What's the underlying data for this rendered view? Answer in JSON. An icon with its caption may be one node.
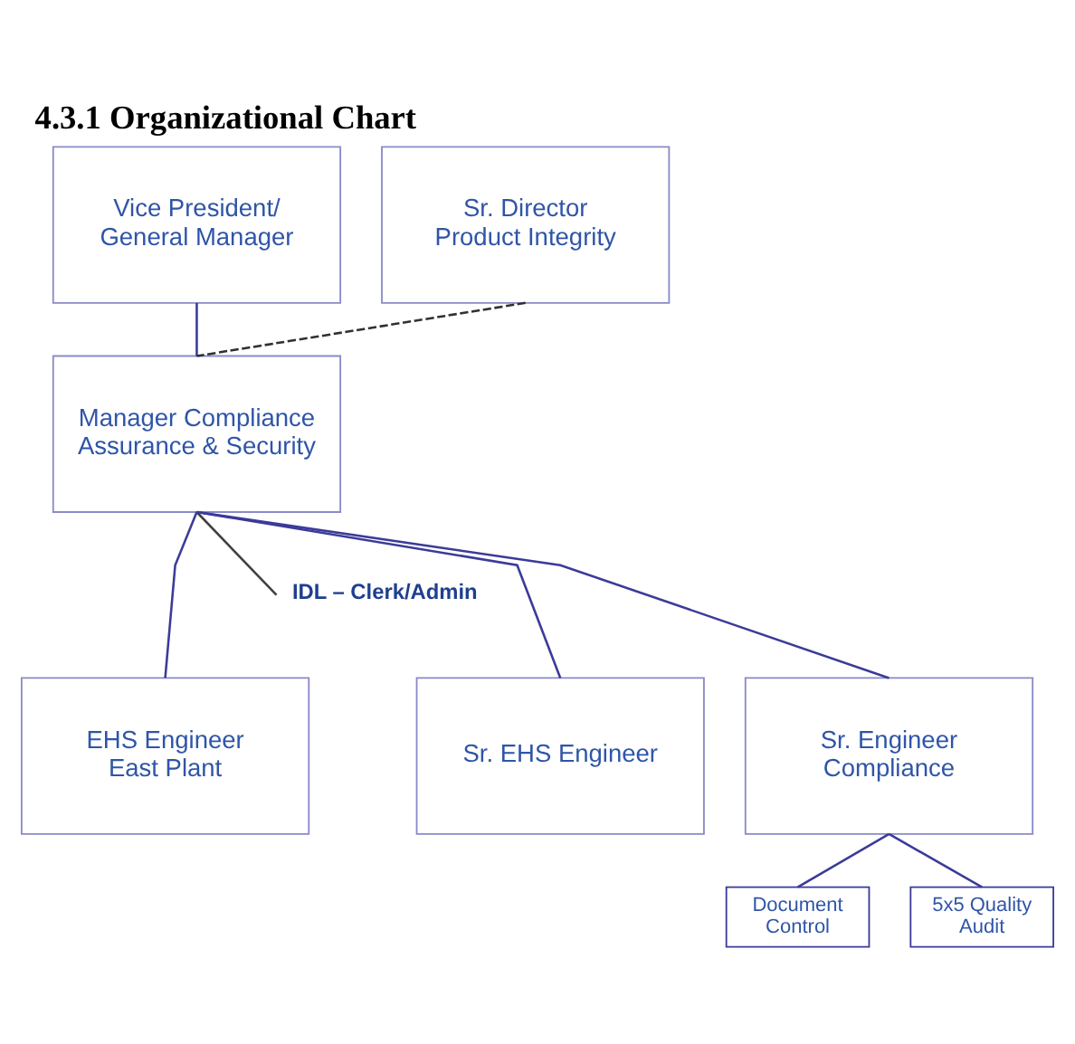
{
  "diagram": {
    "title": "4.3.1 Organizational Chart",
    "nodes": [
      {
        "text": [
          "Vice President/ General Manager"
        ]
      },
      {
        "text": [
          "Sr. Director Product Integrity"
        ]
      },
      {
        "text": [
          "Manager Compliance Assurance & Security"
        ]
      },
      {
        "text": [
          "IDL – Clerk/Admin"
        ]
      },
      {
        "text": [
          "EHS Engineer East Plant"
        ]
      },
      {
        "text": [
          "Sr. EHS Engineer"
        ]
      },
      {
        "text": [
          "Sr. Engineer Compliance"
        ]
      },
      {
        "text": [
          "Document Control"
        ]
      },
      {
        "text": [
          "5x5 Quality Audit"
        ]
      }
    ],
    "edges": [
      {
        "from": 0,
        "to": 2,
        "arrow": "none"
      },
      {
        "from": 1,
        "to": 2,
        "arrow": "none",
        "style": "dashed",
        "color": "#303030"
      },
      {
        "from": 2,
        "to": 3,
        "arrow": "none",
        "color": "#404040"
      },
      {
        "from": 2,
        "to": 4,
        "arrow": "none"
      },
      {
        "from": 2,
        "to": 5,
        "arrow": "none"
      },
      {
        "from": 2,
        "to": 6,
        "arrow": "none"
      },
      {
        "from": 6,
        "to": 7,
        "arrow": "none"
      },
      {
        "from": 6,
        "to": 8,
        "arrow": "none"
      }
    ]
  }
}
